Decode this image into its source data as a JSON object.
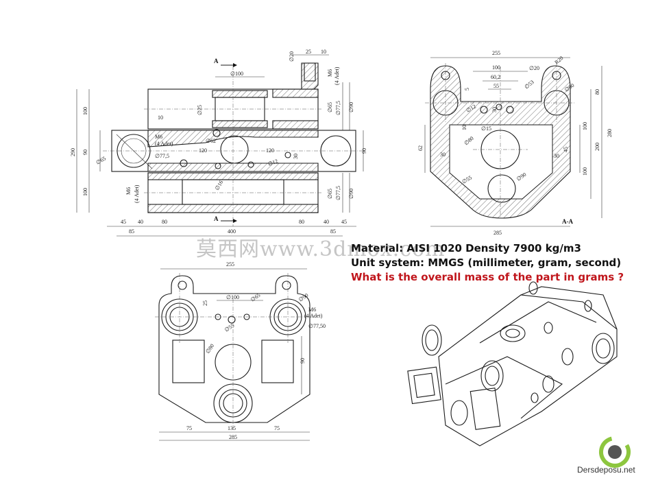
{
  "text": {
    "material": "Material: AISI 1020  Density 7900 kg/m3",
    "units": "Unit system: MMGS (millimeter, gram, second)",
    "question": "What is the overall mass of the part in grams ?",
    "watermark": "莫西网www.3dmox.com",
    "brand": "Dersdeposu.net"
  },
  "labels": {
    "section_a": "A",
    "section_aa": "A-A"
  },
  "dims": {
    "front": {
      "d20": "∅20",
      "l25": "25",
      "l10": "10",
      "d100": "∅100",
      "m6a": "M6",
      "m6a_sub": "(4 Adet)",
      "d25": "∅25",
      "d65a": "∅65",
      "d775a": "∅77,5",
      "d90a": "∅90",
      "l100a": "100",
      "l290": "290",
      "l90": "90",
      "l100b": "100",
      "l10b": "10",
      "m6b": "M6",
      "m6b_sub": "(4 Adet)",
      "d62": "∅62",
      "l120a": "120",
      "l120b": "120",
      "d65b": "∅65",
      "d775b": "∅77,5",
      "d12": "∅12",
      "l30": "30",
      "l90r": "90",
      "d16": "∅16",
      "m6c": "M6",
      "m6c_sub": "(4 Adet)",
      "d65c": "∅65",
      "d775c": "∅77,5",
      "d90c": "∅90",
      "b45a": "45",
      "b40a": "40",
      "b80a": "80",
      "b80b": "80",
      "b40b": "40",
      "b45b": "45",
      "w400": "400",
      "w85a": "85",
      "w85b": "85"
    },
    "section": {
      "w255": "255",
      "r20": "R20",
      "d20": "∅20",
      "w100": "100",
      "w602": "60,2",
      "w55": "55",
      "d53": "∅53",
      "d90": "∅90",
      "l5": "5",
      "d12": "∅12",
      "l30": "30",
      "l80": "80",
      "l280": "280",
      "l10": "10",
      "d15": "∅15",
      "l100": "100",
      "l200": "200",
      "d80": "∅80",
      "l62": "62",
      "l30b": "30",
      "l30c": "30",
      "l45": "45",
      "d55": "∅55",
      "d90b": "∅90",
      "l100b": "100",
      "w285": "285"
    },
    "top": {
      "w255": "255",
      "d100": "∅100",
      "d65": "∅65",
      "d90": "∅90",
      "l25": "25",
      "m6": "M6",
      "m6_sub": "(4 Adet)",
      "d55": "∅55",
      "d775": "∅77,50",
      "d80": "∅80",
      "l90": "90",
      "w75a": "75",
      "w135": "135",
      "w75b": "75",
      "w285": "285"
    }
  }
}
